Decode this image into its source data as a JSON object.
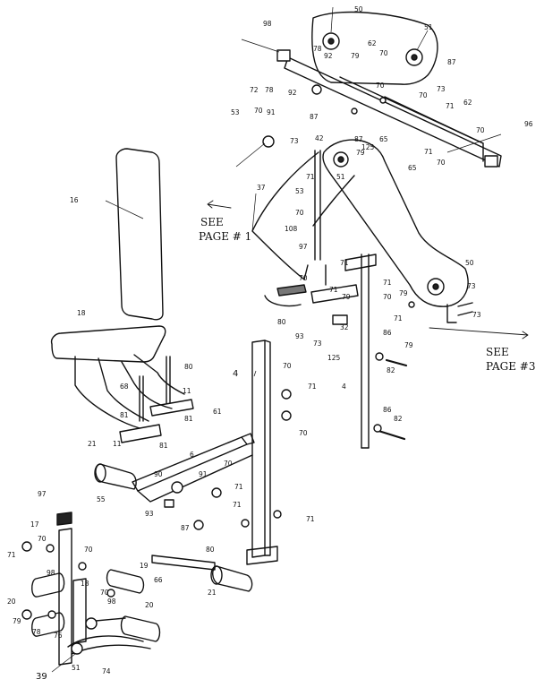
{
  "notes": {
    "see_left_1": "SEE",
    "see_left_2": "PAGE # 1",
    "see_right_1": "SEE",
    "see_right_2": "PAGE #3"
  },
  "callouts": {
    "c50a": "50",
    "c51a": "51",
    "c98a": "98",
    "c78a": "78",
    "c79a": "79",
    "c92a": "92",
    "c62a": "62",
    "c70a": "70",
    "c87a": "87",
    "c72a": "72",
    "c78b": "78",
    "c92b": "92",
    "c70b": "70",
    "c73a": "73",
    "c70c": "70",
    "c71a": "71",
    "c62b": "62",
    "c53a": "53",
    "c70d": "70",
    "c91a": "91",
    "c87b": "87",
    "c87c": "87",
    "c125a": "125",
    "c65a": "65",
    "c96a": "96",
    "c70e": "70",
    "c42a": "42",
    "c73b": "73",
    "c71b": "71",
    "c79b": "79",
    "c51b": "51",
    "c65b": "65",
    "c70f": "70",
    "c37a": "37",
    "c71c": "71",
    "c53b": "53",
    "c70g": "70",
    "c108a": "108",
    "c97a": "97",
    "c71d": "71",
    "c71e": "71",
    "c70h": "70",
    "c71f": "71",
    "c79c": "79",
    "c80a": "80",
    "c32a": "32",
    "c73c": "73",
    "c93a": "93",
    "c125b": "125",
    "c50b": "50",
    "c73d": "73",
    "c73e": "73",
    "c70i": "70",
    "c79d": "79",
    "c71g": "71",
    "c86a": "86",
    "c79e": "79",
    "c82a": "82",
    "c16a": "16",
    "c18a": "18",
    "c80b": "80",
    "c68a": "68",
    "c11a": "11",
    "c81a": "81",
    "c61a": "61",
    "c11b": "11",
    "c81b": "81",
    "c81c": "81",
    "c4a": "4",
    "c70j": "70",
    "c71h": "71",
    "c70k": "70",
    "c4b": "4",
    "c86b": "86",
    "c82b": "82",
    "c70l": "70",
    "c21a": "21",
    "c6a": "6",
    "c55a": "55",
    "c90a": "90",
    "c91b": "91",
    "c93b": "93",
    "c71i": "71",
    "c87d": "87",
    "c71j": "71",
    "c71k": "71",
    "c97b": "97",
    "c17a": "17",
    "c70m": "70",
    "c71l": "71",
    "c98b": "98",
    "c70n": "70",
    "c19a": "19",
    "c80c": "80",
    "c70o": "70",
    "c66a": "66",
    "c20a": "20",
    "c79f": "79",
    "c18b": "18",
    "c98c": "98",
    "c21b": "21",
    "c20b": "20",
    "c78c": "78",
    "c76a": "76",
    "c39a": "39",
    "c51c": "51",
    "c74a": "74"
  }
}
